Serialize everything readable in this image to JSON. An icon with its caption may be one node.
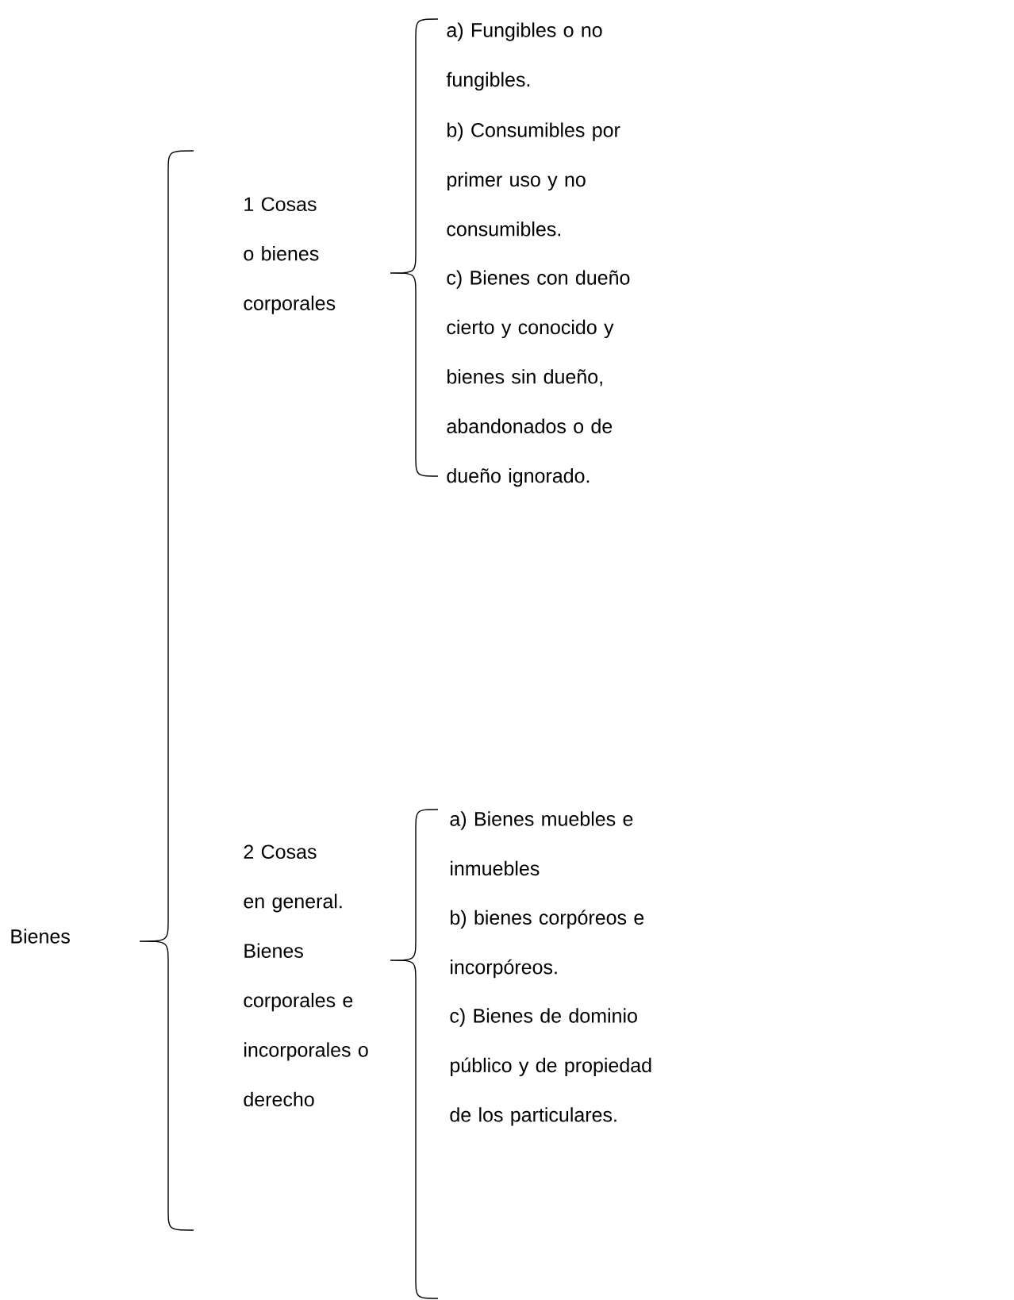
{
  "diagram": {
    "nodes": [
      {
        "text": [
          "Bienes"
        ]
      },
      {
        "text": [
          "1 Cosas o bienes corporales"
        ]
      },
      {
        "text": [
          "a) Fungibles o no fungibles."
        ]
      },
      {
        "text": [
          "b) Consumibles por primer uso y no consumibles."
        ]
      },
      {
        "text": [
          "c) Bienes con dueño cierto y conocido y bienes sin dueño, abandonados o de dueño ignorado."
        ]
      },
      {
        "text": [
          "2 Cosas en general. Bienes corporales e incorporales o derecho"
        ]
      },
      {
        "text": [
          "a) Bienes muebles e inmuebles"
        ]
      },
      {
        "text": [
          "b) bienes corpóreos e incorpóreos."
        ]
      },
      {
        "text": [
          "c) Bienes de dominio público y de propiedad de los particulares."
        ]
      }
    ]
  }
}
